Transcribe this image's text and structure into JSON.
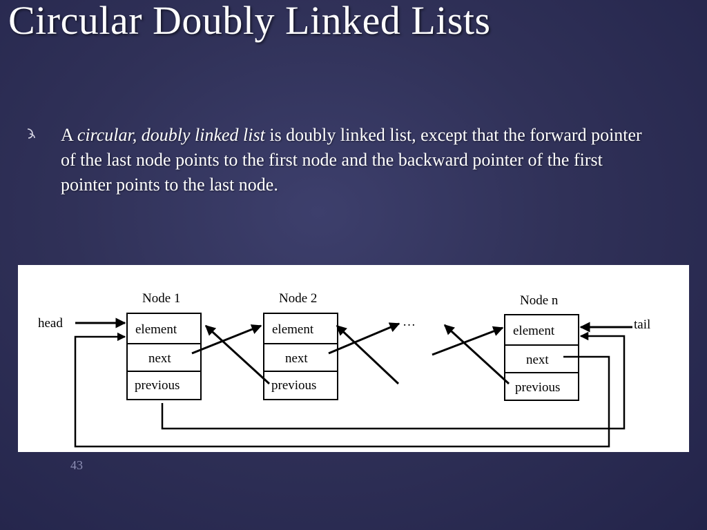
{
  "slide": {
    "title": "Circular Doubly Linked Lists",
    "bullet": {
      "prefix": "A ",
      "emphasis": "circular, doubly linked list",
      "rest": " is doubly linked list, except that the forward pointer of the last node points to the first node and the backward pointer of the first pointer points to the last node."
    },
    "page_number": "43"
  },
  "diagram": {
    "head_label": "head",
    "tail_label": "tail",
    "ellipsis": "…",
    "nodes": [
      {
        "title": "Node 1",
        "fields": [
          "element",
          "next",
          "previous"
        ]
      },
      {
        "title": "Node 2",
        "fields": [
          "element",
          "next",
          "previous"
        ]
      },
      {
        "title": "Node n",
        "fields": [
          "element",
          "next",
          "previous"
        ]
      }
    ]
  }
}
